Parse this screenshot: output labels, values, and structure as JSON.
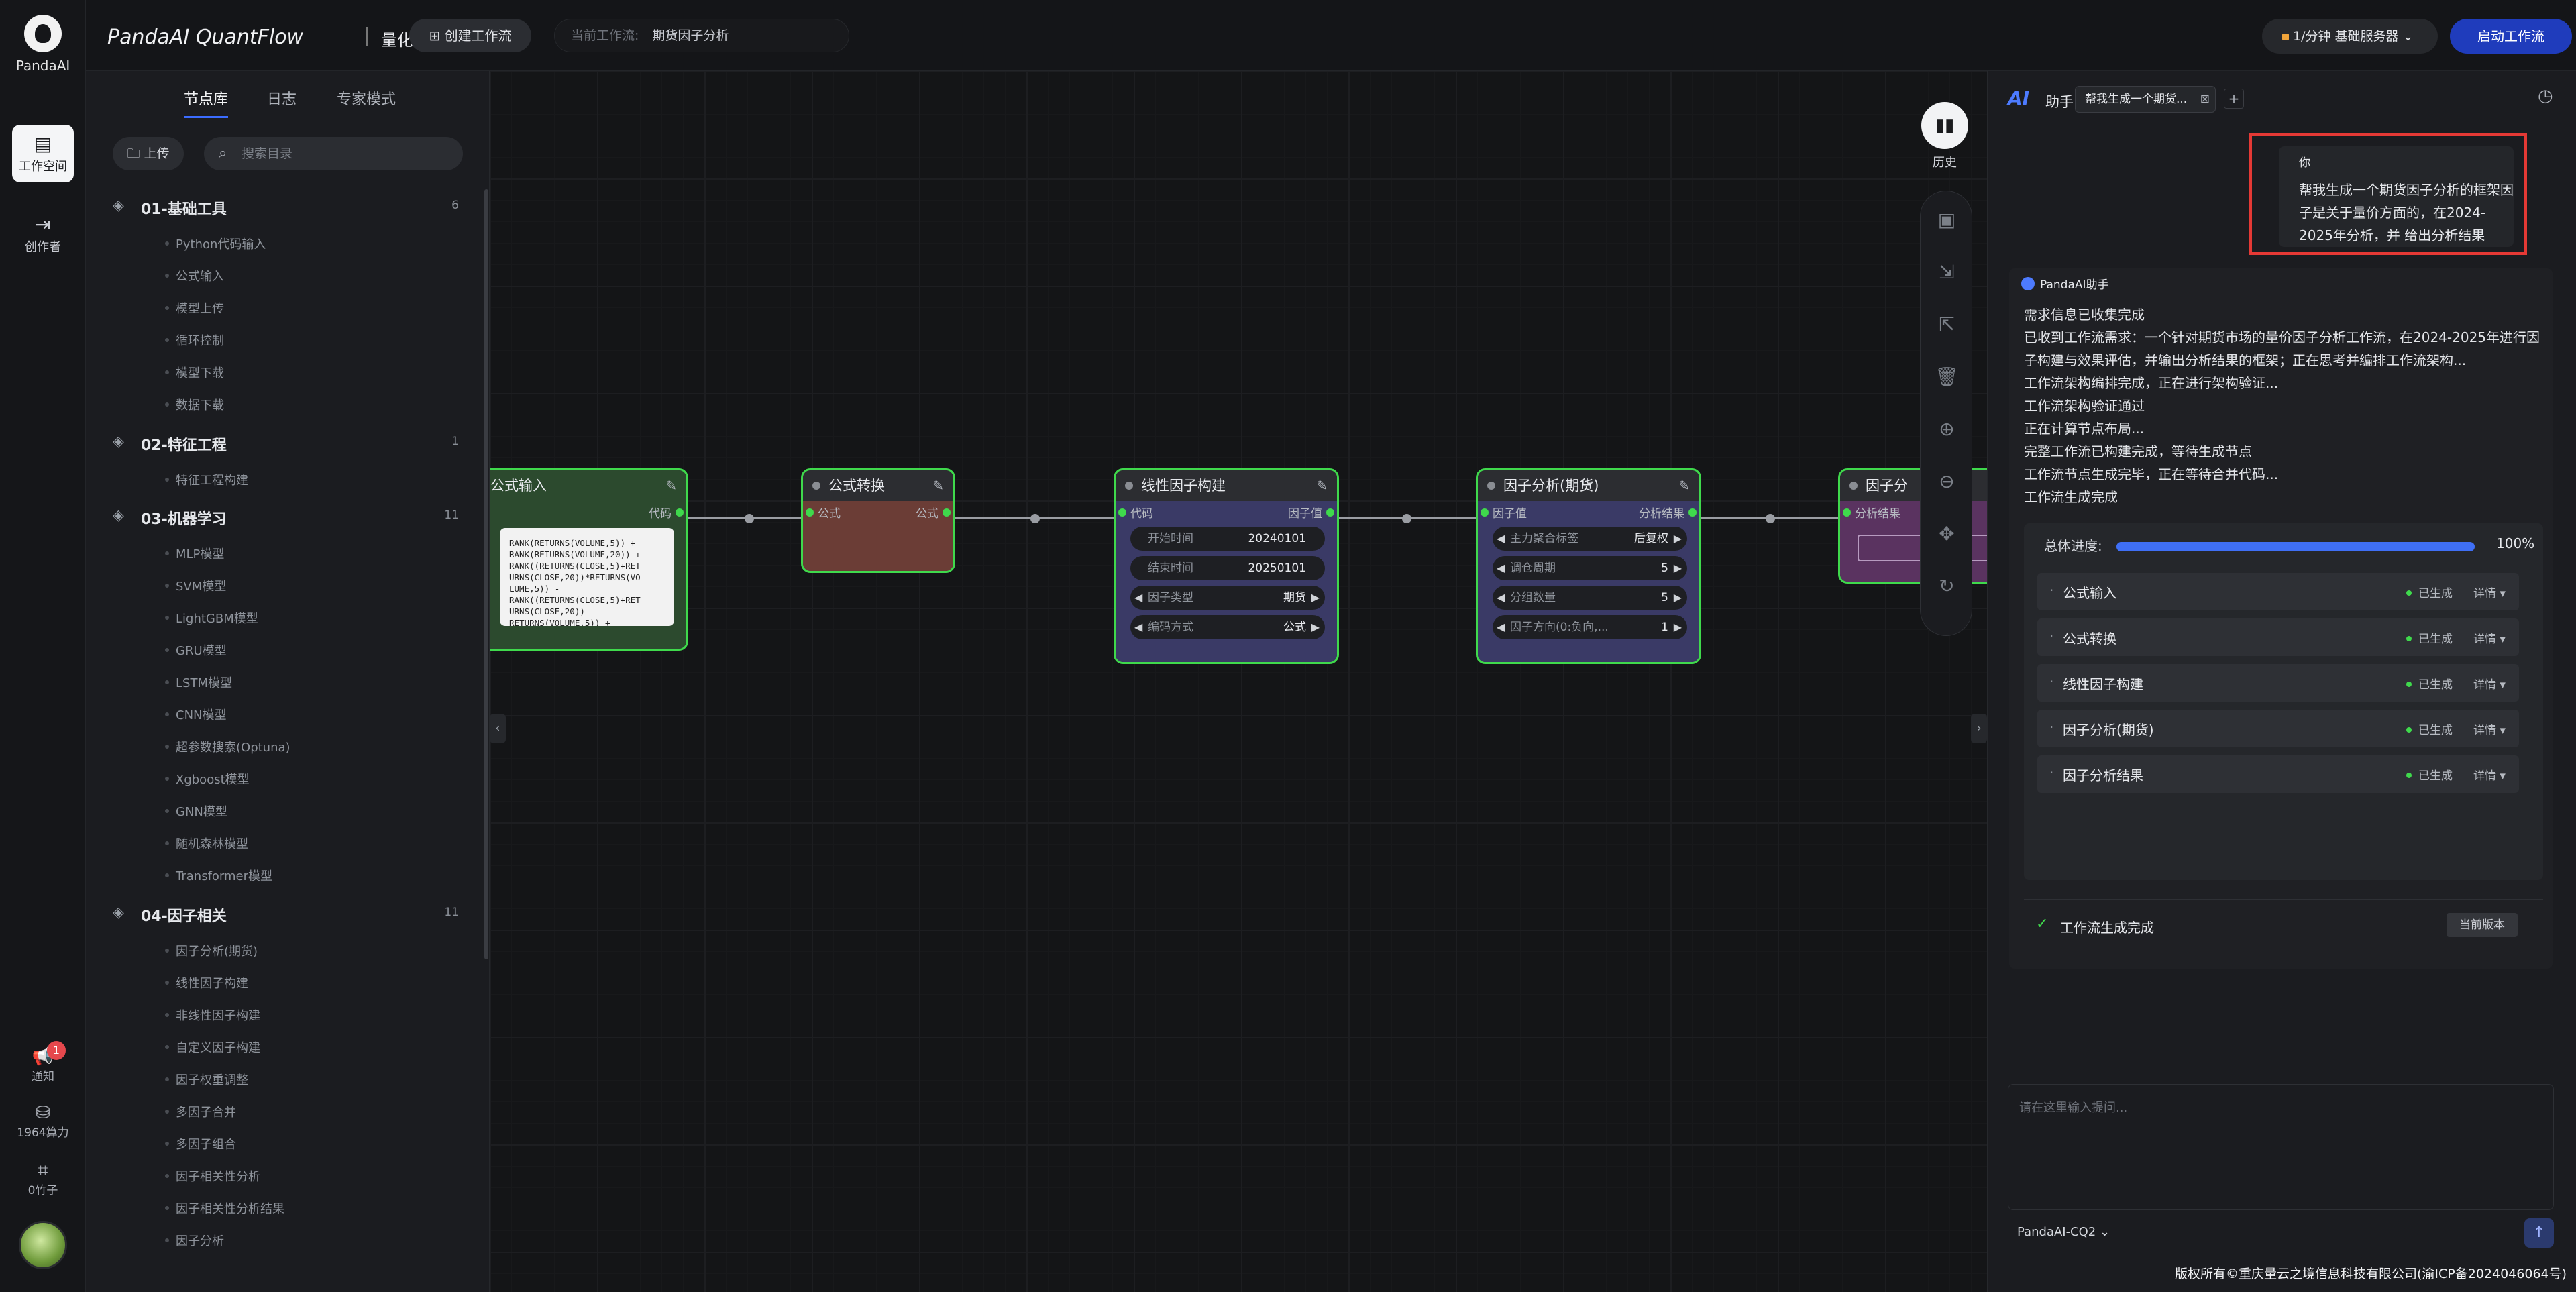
{
  "rail": {
    "logo_text": "PandaAI",
    "items": [
      {
        "label": "工作空间",
        "icon": "workspace-icon",
        "active": true
      },
      {
        "label": "创作者",
        "icon": "creator-icon",
        "active": false
      }
    ],
    "notify": {
      "label": "通知",
      "badge": "1"
    },
    "compute": {
      "label": "1964算力"
    },
    "coins": {
      "label": "0竹子"
    }
  },
  "topbar": {
    "brand": "PandaAI QuantFlow",
    "subtitle": "量化工作流",
    "create_button": "创建工作流",
    "current_workflow_label": "当前工作流:",
    "current_workflow_value": "期货因子分析",
    "server_select": "1/分钟  基础服务器",
    "start_button": "启动工作流"
  },
  "library": {
    "tabs": [
      "节点库",
      "日志",
      "专家模式"
    ],
    "active_tab": "节点库",
    "upload_button": "上传",
    "search_placeholder": "搜索目录",
    "categories": [
      {
        "name": "01-基础工具",
        "count": "6",
        "items": [
          "Python代码输入",
          "公式输入",
          "模型上传",
          "循环控制",
          "模型下载",
          "数据下载"
        ]
      },
      {
        "name": "02-特征工程",
        "count": "1",
        "items": [
          "特征工程构建"
        ]
      },
      {
        "name": "03-机器学习",
        "count": "11",
        "items": [
          "MLP模型",
          "SVM模型",
          "LightGBM模型",
          "GRU模型",
          "LSTM模型",
          "CNN模型",
          "超参数搜索(Optuna)",
          "Xgboost模型",
          "GNN模型",
          "随机森林模型",
          "Transformer模型"
        ]
      },
      {
        "name": "04-因子相关",
        "count": "11",
        "items": [
          "因子分析(期货)",
          "线性因子构建",
          "非线性因子构建",
          "自定义因子构建",
          "因子权重调整",
          "多因子合并",
          "多因子组合",
          "因子相关性分析",
          "因子相关性分析结果",
          "因子分析"
        ]
      }
    ]
  },
  "canvas": {
    "history_label": "历史",
    "nodes": {
      "formula_input": {
        "title": "公式输入",
        "out_port": "代码",
        "code": "RANK(RETURNS(VOLUME,5)) +\nRANK(RETURNS(VOLUME,20)) +\nRANK((RETURNS(CLOSE,5)+RET\nURNS(CLOSE,20))*RETURNS(VO\nLUME,5)) -\nRANK((RETURNS(CLOSE,5)+RET\nURNS(CLOSE,20))-\nRETURNS(VOLUME,5)) +"
      },
      "formula_convert": {
        "title": "公式转换",
        "in_port": "公式",
        "out_port": "公式"
      },
      "linear_factor": {
        "title": "线性因子构建",
        "in_port": "代码",
        "out_port": "因子值",
        "fields": [
          {
            "label": "开始时间",
            "value": "20240101",
            "arrows": false
          },
          {
            "label": "结束时间",
            "value": "20250101",
            "arrows": false
          },
          {
            "label": "因子类型",
            "value": "期货",
            "arrows": true
          },
          {
            "label": "编码方式",
            "value": "公式",
            "arrows": true
          }
        ]
      },
      "factor_analysis": {
        "title": "因子分析(期货)",
        "in_port": "因子值",
        "out_port": "分析结果",
        "fields": [
          {
            "label": "主力聚合标签",
            "value": "后复权",
            "arrows": true
          },
          {
            "label": "调仓周期",
            "value": "5",
            "arrows": true
          },
          {
            "label": "分组数量",
            "value": "5",
            "arrows": true
          },
          {
            "label": "因子方向(0:负向,...",
            "value": "1",
            "arrows": true
          }
        ]
      },
      "result_partial": {
        "title": "因子分",
        "in_port": "分析结果"
      }
    }
  },
  "assistant": {
    "title": "助手",
    "tab_label": "帮我生成一个期货...",
    "user": {
      "name": "你",
      "message": "帮我生成一个期货因子分析的框架因子是关于量价方面的，在2024-2025年分析，并 给出分析结果"
    },
    "bot": {
      "name": "PandaAI助手",
      "lines": [
        "需求信息已收集完成",
        "已收到工作流需求：一个针对期货市场的量价因子分析工作流，在2024-2025年进行因子构建与效果评估，并输出分析结果的框架；正在思考并编排工作流架构...",
        "工作流架构编排完成，正在进行架构验证...",
        "工作流架构验证通过",
        "正在计算节点布局...",
        "完整工作流已构建完成，等待生成节点",
        "工作流节点生成完毕，正在等待合并代码...",
        "工作流生成完成"
      ],
      "progress_label": "总体进度:",
      "progress_value": 100,
      "progress_text": "100%",
      "steps": [
        {
          "name": "公式输入",
          "status": "已生成",
          "detail": "详情 ▾"
        },
        {
          "name": "公式转换",
          "status": "已生成",
          "detail": "详情 ▾"
        },
        {
          "name": "线性因子构建",
          "status": "已生成",
          "detail": "详情 ▾"
        },
        {
          "name": "因子分析(期货)",
          "status": "已生成",
          "detail": "详情 ▾"
        },
        {
          "name": "因子分析结果",
          "status": "已生成",
          "detail": "详情 ▾"
        }
      ],
      "done_text": "工作流生成完成",
      "version_button": "当前版本"
    },
    "input_placeholder": "请在这里输入提问...",
    "model": "PandaAI-CQ2"
  },
  "footer": "版权所有©重庆量云之境信息科技有限公司(渝ICP备2024046064号)"
}
